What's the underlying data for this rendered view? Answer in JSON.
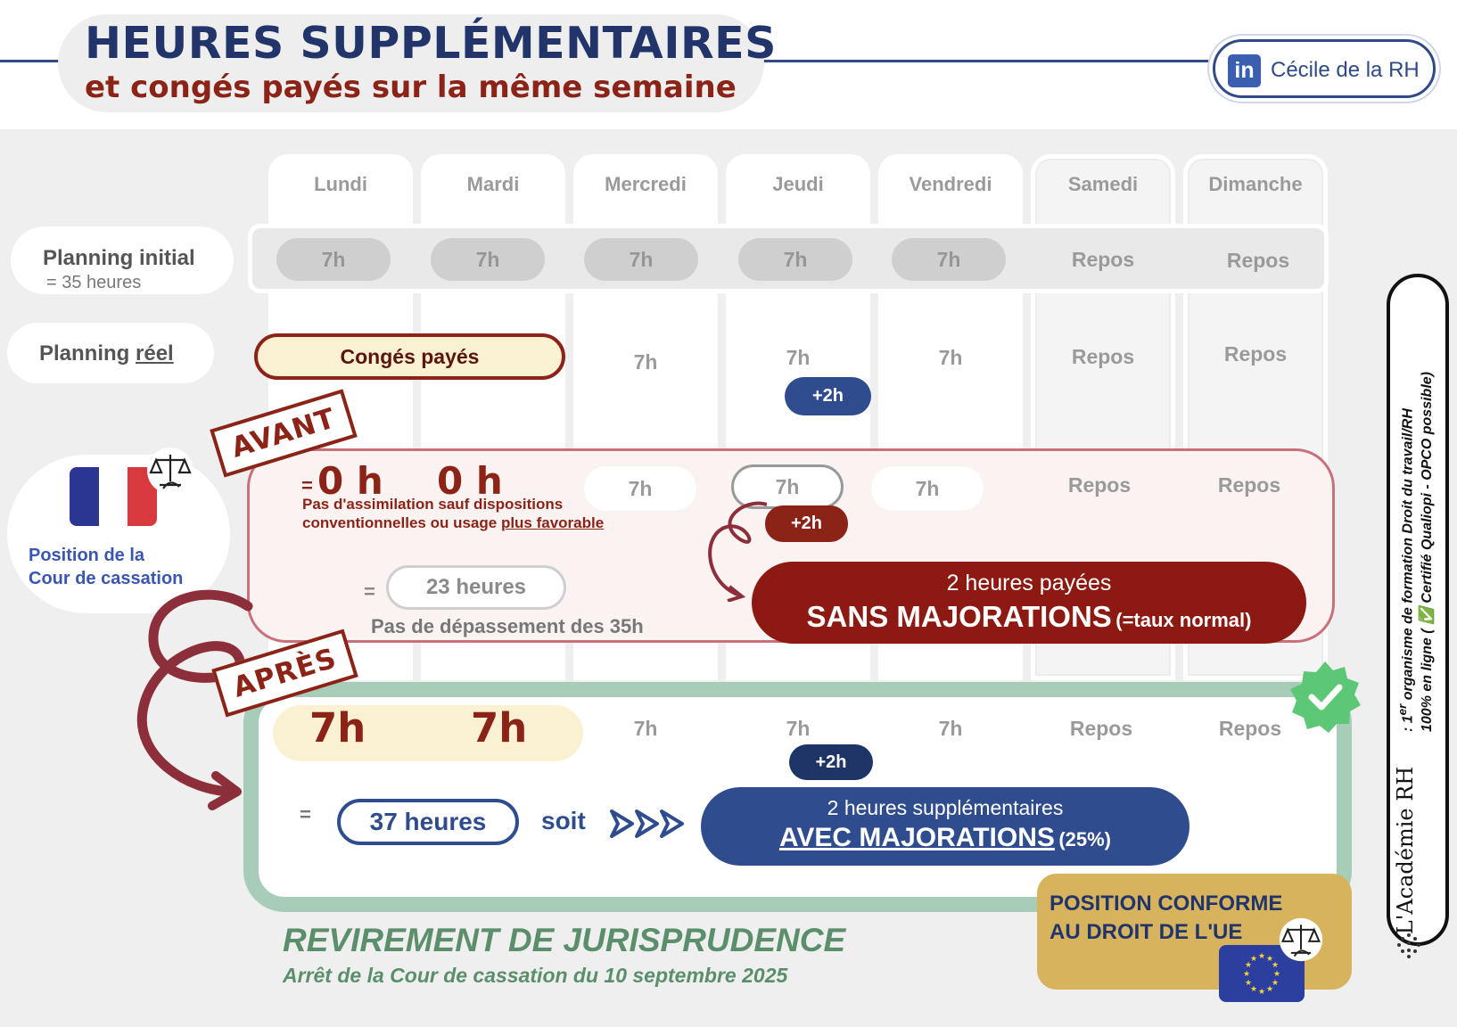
{
  "header": {
    "title": "HEURES SUPPLÉMENTAIRES",
    "subtitle": "et congés payés sur la même semaine",
    "linkedin_icon": "in",
    "author": "Cécile de la RH"
  },
  "days": [
    "Lundi",
    "Mardi",
    "Mercredi",
    "Jeudi",
    "Vendredi",
    "Samedi",
    "Dimanche"
  ],
  "planning_initial": {
    "label": "Planning initial",
    "sublabel": "= 35 heures",
    "cells": [
      "7h",
      "7h",
      "7h",
      "7h",
      "7h",
      "Repos",
      "Repos"
    ]
  },
  "planning_reel": {
    "label_prefix": "Planning ",
    "label_underlined": "réel",
    "conges": "Congés payés",
    "cells": [
      "7h",
      "7h",
      "7h",
      "Repos",
      "Repos"
    ],
    "extra": "+2h"
  },
  "position": {
    "line1": "Position de la",
    "line2": "Cour de cassation",
    "icons": [
      "france-flag-icon",
      "scales-icon"
    ]
  },
  "avant": {
    "stamp": "AVANT",
    "equals": "=",
    "zero1": "0 h",
    "zero2": "0 h",
    "note_line1": "Pas d'assimilation sauf dispositions",
    "note_line2_prefix": "conventionnelles ou usage ",
    "note_line2_underlined": "plus favorable",
    "cells": [
      "7h",
      "7h",
      "7h",
      "Repos",
      "Repos"
    ],
    "extra": "+2h",
    "equals2": "=",
    "total": "23 heures",
    "total_note": "Pas de dépassement des 35h",
    "result_line1": "2 heures payées",
    "result_big": "SANS MAJORATIONS",
    "result_small": "(=taux normal)"
  },
  "apres": {
    "stamp": "APRÈS",
    "cp1": "7h",
    "cp2": "7h",
    "cells": [
      "7h",
      "7h",
      "7h",
      "Repos",
      "Repos"
    ],
    "extra": "+2h",
    "equals": "=",
    "total": "37 heures",
    "soit": "soit",
    "result_line1": "2 heures supplémentaires",
    "result_big": "AVEC MAJORATIONS",
    "result_small": "(25%)",
    "check_icon": "check-badge-icon"
  },
  "revirement": {
    "title": "REVIREMENT DE JURISPRUDENCE",
    "subtitle": "Arrêt de la Cour de cassation du 10 septembre 2025"
  },
  "conforme": {
    "line1": "POSITION CONFORME",
    "line2": "AU DROIT DE L'UE",
    "icons": [
      "eu-flag-icon",
      "scales-icon"
    ]
  },
  "side": {
    "brand": "L'Académie RH",
    "tagline_prefix": "1",
    "tagline_sup": "er",
    "tagline_rest": " organisme de formation Droit du travail/RH",
    "tagline_line2": "100% en ligne ( ✅ Certifié Qualiopi - OPCO possible)",
    "colon": ":"
  },
  "colors": {
    "navy": "#22356b",
    "darkred": "#8c2317",
    "green": "#a7cdb9",
    "gold": "#d6b35c",
    "blue": "#2f4d8e"
  }
}
